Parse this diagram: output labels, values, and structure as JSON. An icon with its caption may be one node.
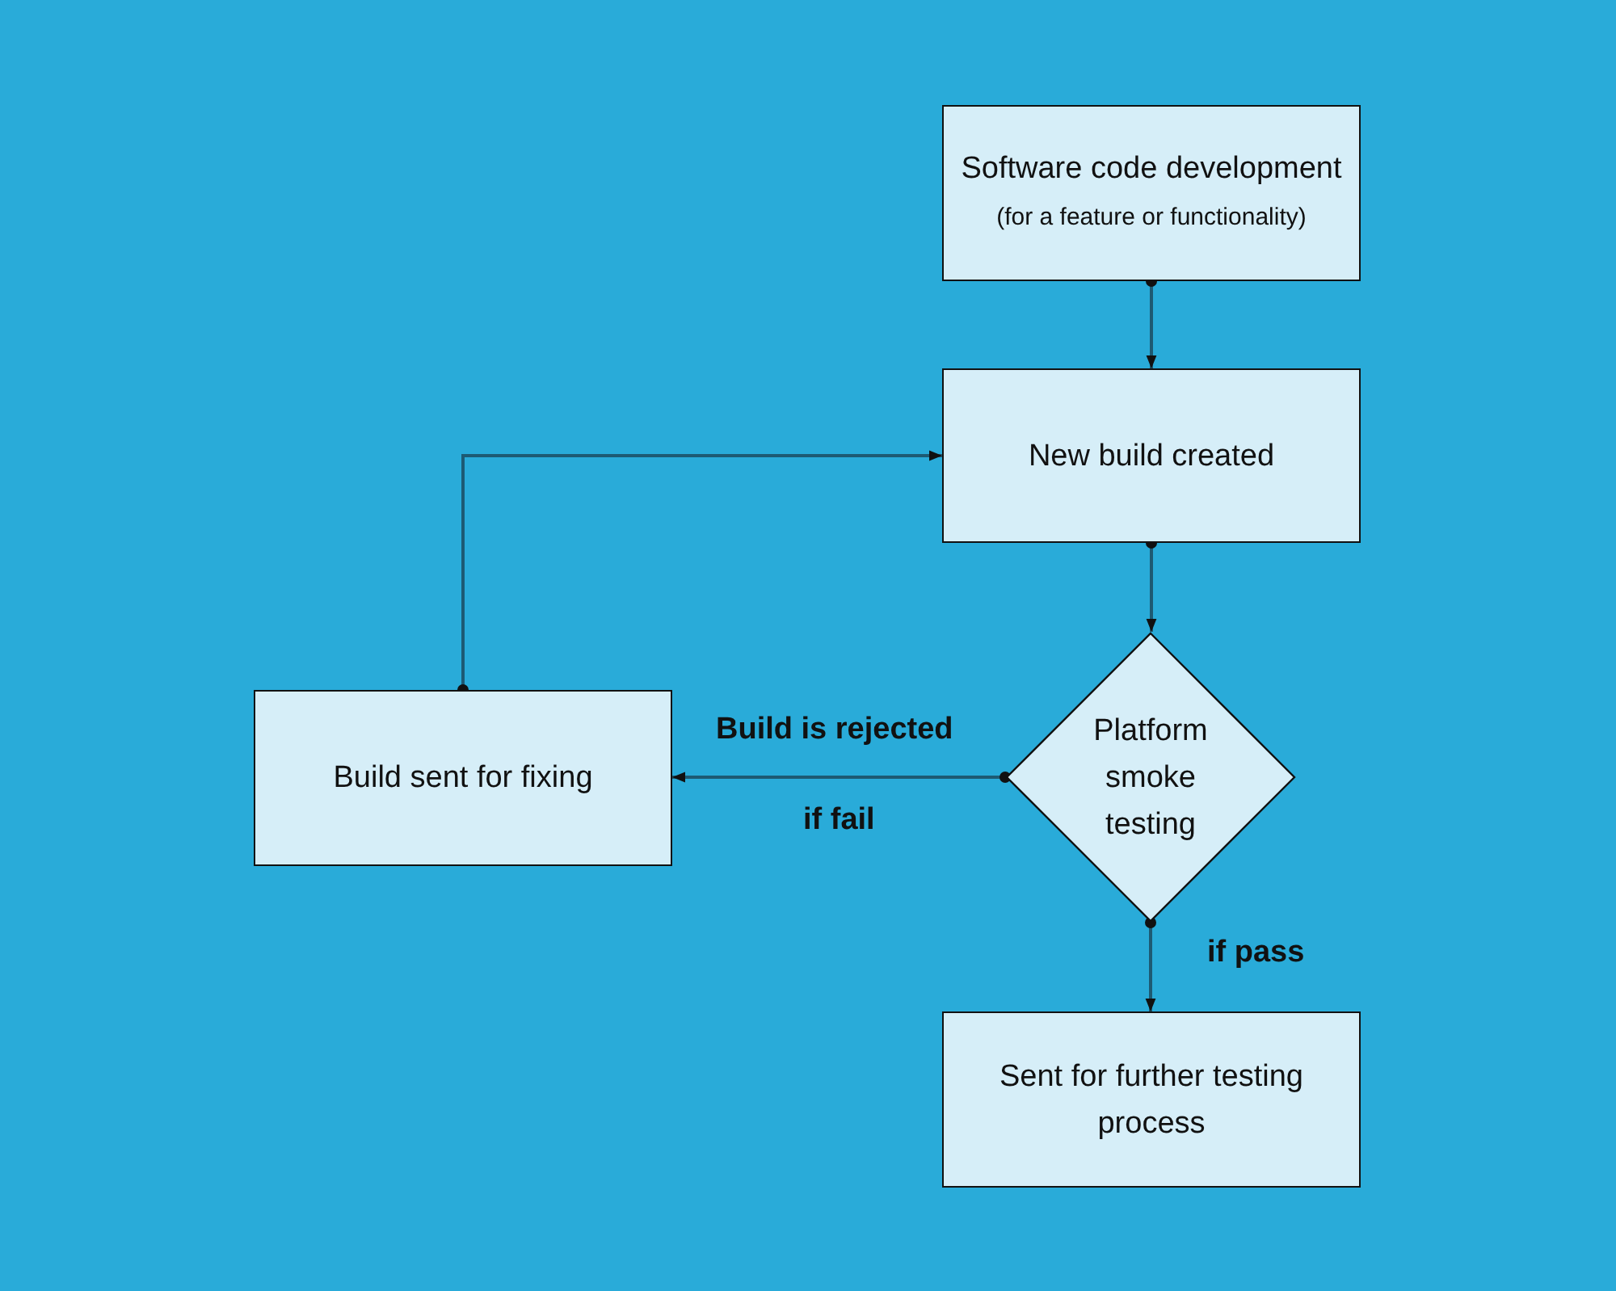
{
  "diagram": {
    "nodes": [
      {
        "text": [
          "Software code development",
          "(for a feature or functionality)"
        ]
      },
      {
        "text": [
          "New build created"
        ]
      },
      {
        "text": [
          "Platform smoke testing"
        ]
      },
      {
        "text": [
          "Build sent for fixing"
        ]
      },
      {
        "text": [
          "Sent for further testing process"
        ]
      }
    ],
    "edges": [
      {
        "from": 0,
        "to": 1,
        "arrow": "to"
      },
      {
        "from": 1,
        "to": 2,
        "arrow": "to"
      },
      {
        "from": 2,
        "to": 3,
        "arrow": "to",
        "label": "Build is rejected"
      },
      {
        "from": 3,
        "to": 1,
        "arrow": "to"
      },
      {
        "from": 2,
        "to": 4,
        "arrow": "to",
        "label": "if pass"
      }
    ],
    "labels": [
      "if fail"
    ]
  }
}
